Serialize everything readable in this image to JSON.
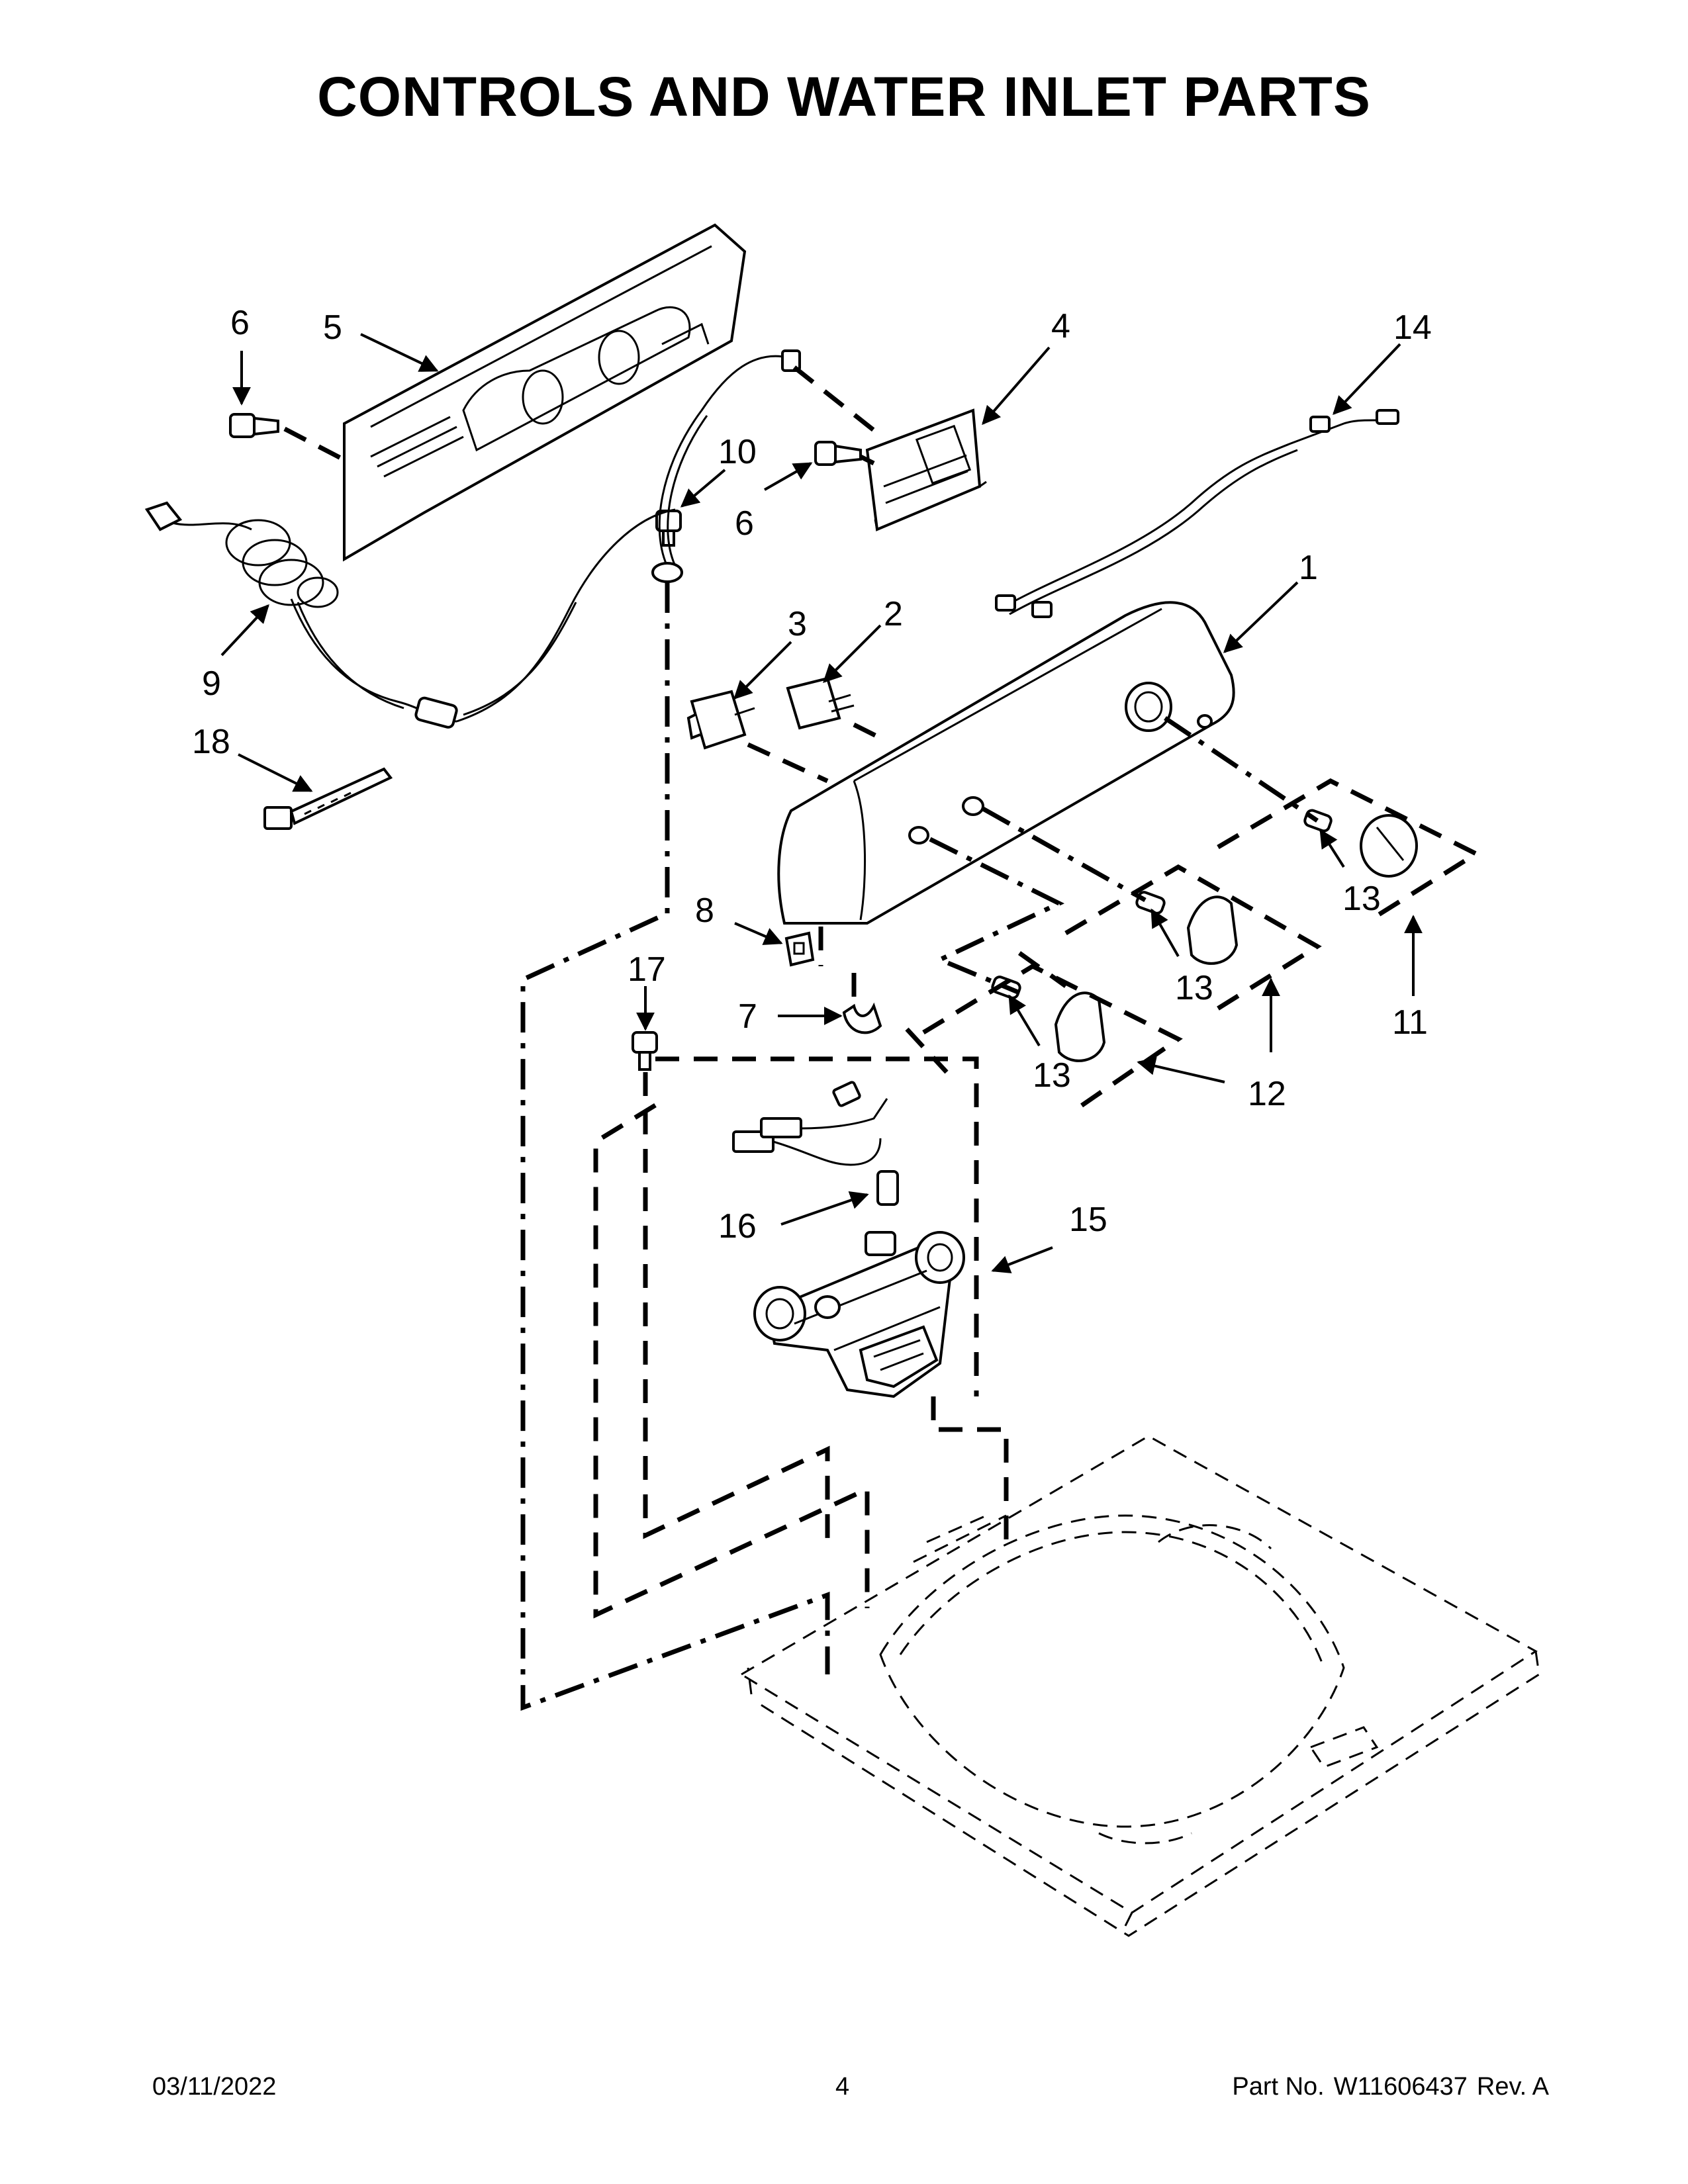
{
  "title": "CONTROLS AND WATER INLET PARTS",
  "callouts": [
    {
      "id": "c1",
      "label": "1"
    },
    {
      "id": "c2",
      "label": "2"
    },
    {
      "id": "c3",
      "label": "3"
    },
    {
      "id": "c4",
      "label": "4"
    },
    {
      "id": "c5",
      "label": "5"
    },
    {
      "id": "c6a",
      "label": "6"
    },
    {
      "id": "c6b",
      "label": "6"
    },
    {
      "id": "c7",
      "label": "7"
    },
    {
      "id": "c8",
      "label": "8"
    },
    {
      "id": "c9",
      "label": "9"
    },
    {
      "id": "c10",
      "label": "10"
    },
    {
      "id": "c11",
      "label": "11"
    },
    {
      "id": "c12",
      "label": "12"
    },
    {
      "id": "c13a",
      "label": "13"
    },
    {
      "id": "c13b",
      "label": "13"
    },
    {
      "id": "c13c",
      "label": "13"
    },
    {
      "id": "c14",
      "label": "14"
    },
    {
      "id": "c15",
      "label": "15"
    },
    {
      "id": "c16",
      "label": "16"
    },
    {
      "id": "c17",
      "label": "17"
    },
    {
      "id": "c18",
      "label": "18"
    }
  ],
  "footer": {
    "date": "03/11/2022",
    "page": "4",
    "part_label": "Part No.",
    "part_number": "W11606437",
    "revision": "Rev. A"
  }
}
